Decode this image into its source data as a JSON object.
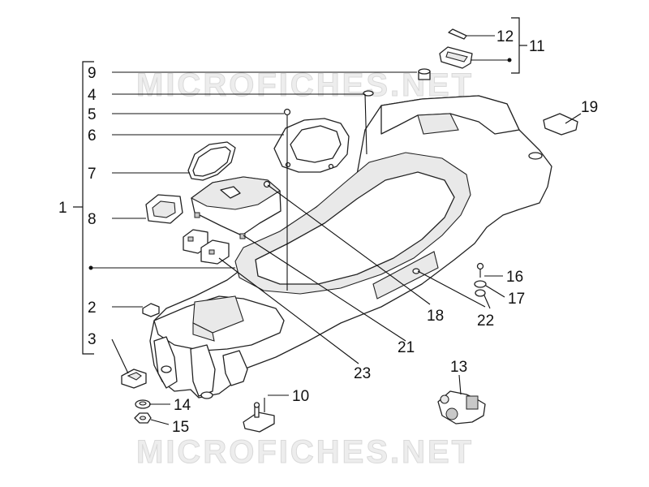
{
  "watermark": "MICROFICHES.NET",
  "callouts": {
    "c1": "1",
    "c2": "2",
    "c3": "3",
    "c4": "4",
    "c5": "5",
    "c6": "6",
    "c7": "7",
    "c8": "8",
    "c9": "9",
    "c10": "10",
    "c11": "11",
    "c12": "12",
    "c13": "13",
    "c14": "14",
    "c15": "15",
    "c16": "16",
    "c17": "17",
    "c18": "18",
    "c19": "19",
    "c21": "21",
    "c22": "22",
    "c23": "23"
  }
}
